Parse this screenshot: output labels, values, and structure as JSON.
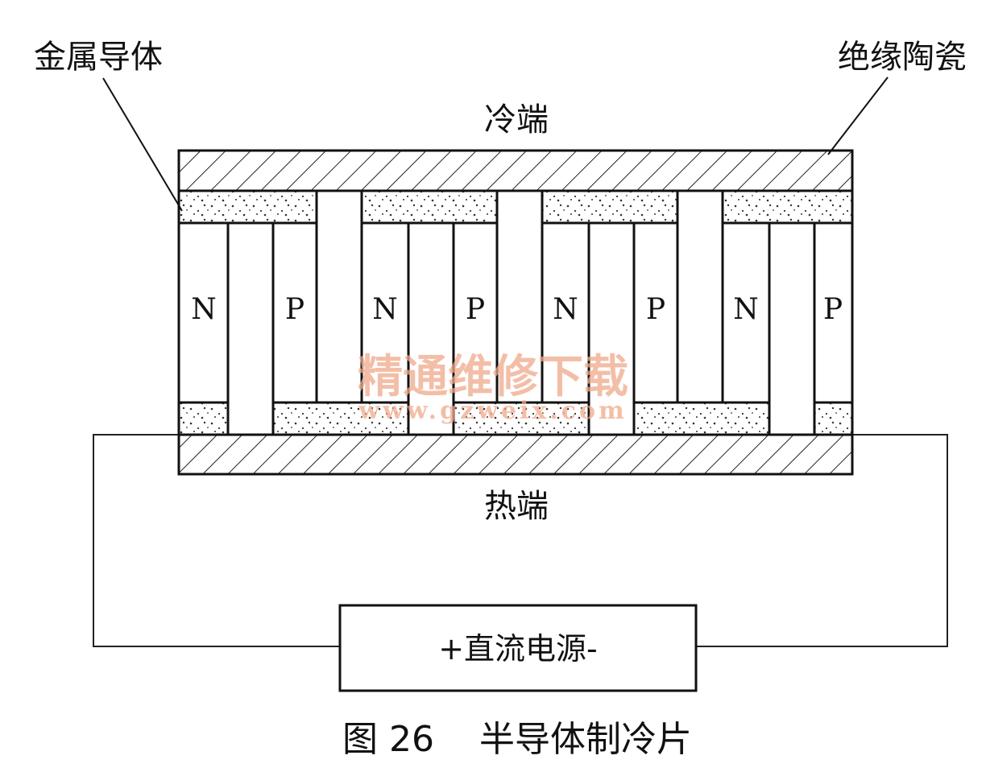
{
  "labels": {
    "metal_conductor": "金属导体",
    "insulating_ceramic": "绝缘陶瓷",
    "cold_end": "冷端",
    "hot_end": "热端",
    "power_source": "+直流电源-",
    "caption": "图 26    半导体制冷片"
  },
  "legs": [
    "N",
    "P",
    "N",
    "P",
    "N",
    "P",
    "N",
    "P"
  ],
  "watermark": {
    "title": "精通维修下载",
    "url": "www.gzweix.com"
  }
}
